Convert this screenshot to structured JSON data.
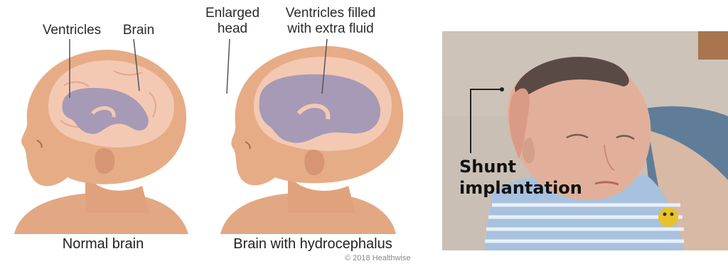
{
  "diagram": {
    "normal": {
      "label_ventricles": "Ventricles",
      "label_brain": "Brain",
      "caption": "Normal brain"
    },
    "hydro": {
      "label_head": "Enlarged head",
      "label_ventricles": "Ventricles filled with extra fluid",
      "caption": "Brain with hydrocephalus"
    },
    "credit": "© 2018 Healthwise"
  },
  "photo": {
    "annotation": "Shunt implantation"
  },
  "colors": {
    "skin": "#e6ac86",
    "skin_dark": "#c98a66",
    "brain": "#f3c9b4",
    "ventricle": "#a69ab6",
    "leader": "#333333"
  }
}
